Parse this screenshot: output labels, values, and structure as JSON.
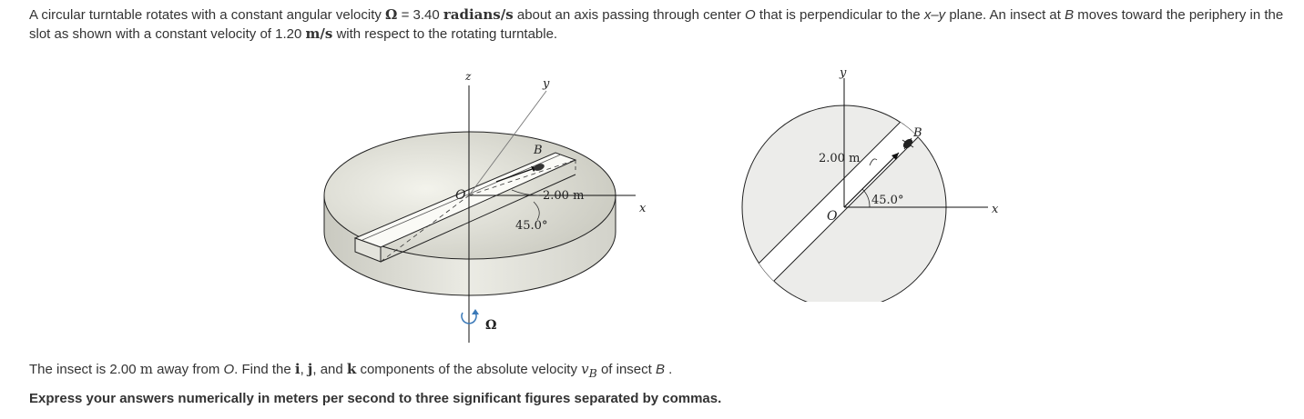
{
  "intro": {
    "part1": "A circular turntable rotates with a constant angular velocity",
    "omega_symbol": "Ω",
    "part2": " = 3.40 ",
    "omega_unit": "radians/s",
    "part3": " about an axis passing through center ",
    "center_label": "O",
    "part4": " that is perpendicular to the ",
    "plane_label": "x–y",
    "part5": " plane. An insect at ",
    "insect_label": "B",
    "part6": " moves toward the periphery in the slot as shown with a constant velocity of 1.20 ",
    "velocity_unit": "m/s",
    "part7": " with respect to the rotating turntable."
  },
  "figure_left": {
    "z_label": "z",
    "y_label": "y",
    "x_label": "x",
    "o_label": "O",
    "b_label": "B",
    "dist_label": "2.00 m",
    "angle_label": "45.0°",
    "omega_label": "Ω"
  },
  "figure_right": {
    "y_label": "y",
    "x_label": "x",
    "o_label": "O",
    "b_label": "B",
    "dist_label": "2.00 m",
    "angle_label": "45.0°"
  },
  "question": {
    "part1": "The insect is 2.00 ",
    "unit_m": "m",
    "part2": " away from ",
    "o_label": "O",
    "part3": ". Find the ",
    "i_label": "i",
    "comma1": ", ",
    "j_label": "j",
    "part4": ", and ",
    "k_label": "k",
    "part5": " components of the absolute velocity ",
    "vb_label": "v",
    "vb_sub": "B",
    "part6": " of insect ",
    "b_label": "B",
    "part7": " ."
  },
  "instruction": "Express your answers numerically in meters per second to three significant figures separated by commas.",
  "colors": {
    "text": "#333333",
    "omega_arrow": "#3b79b8"
  }
}
